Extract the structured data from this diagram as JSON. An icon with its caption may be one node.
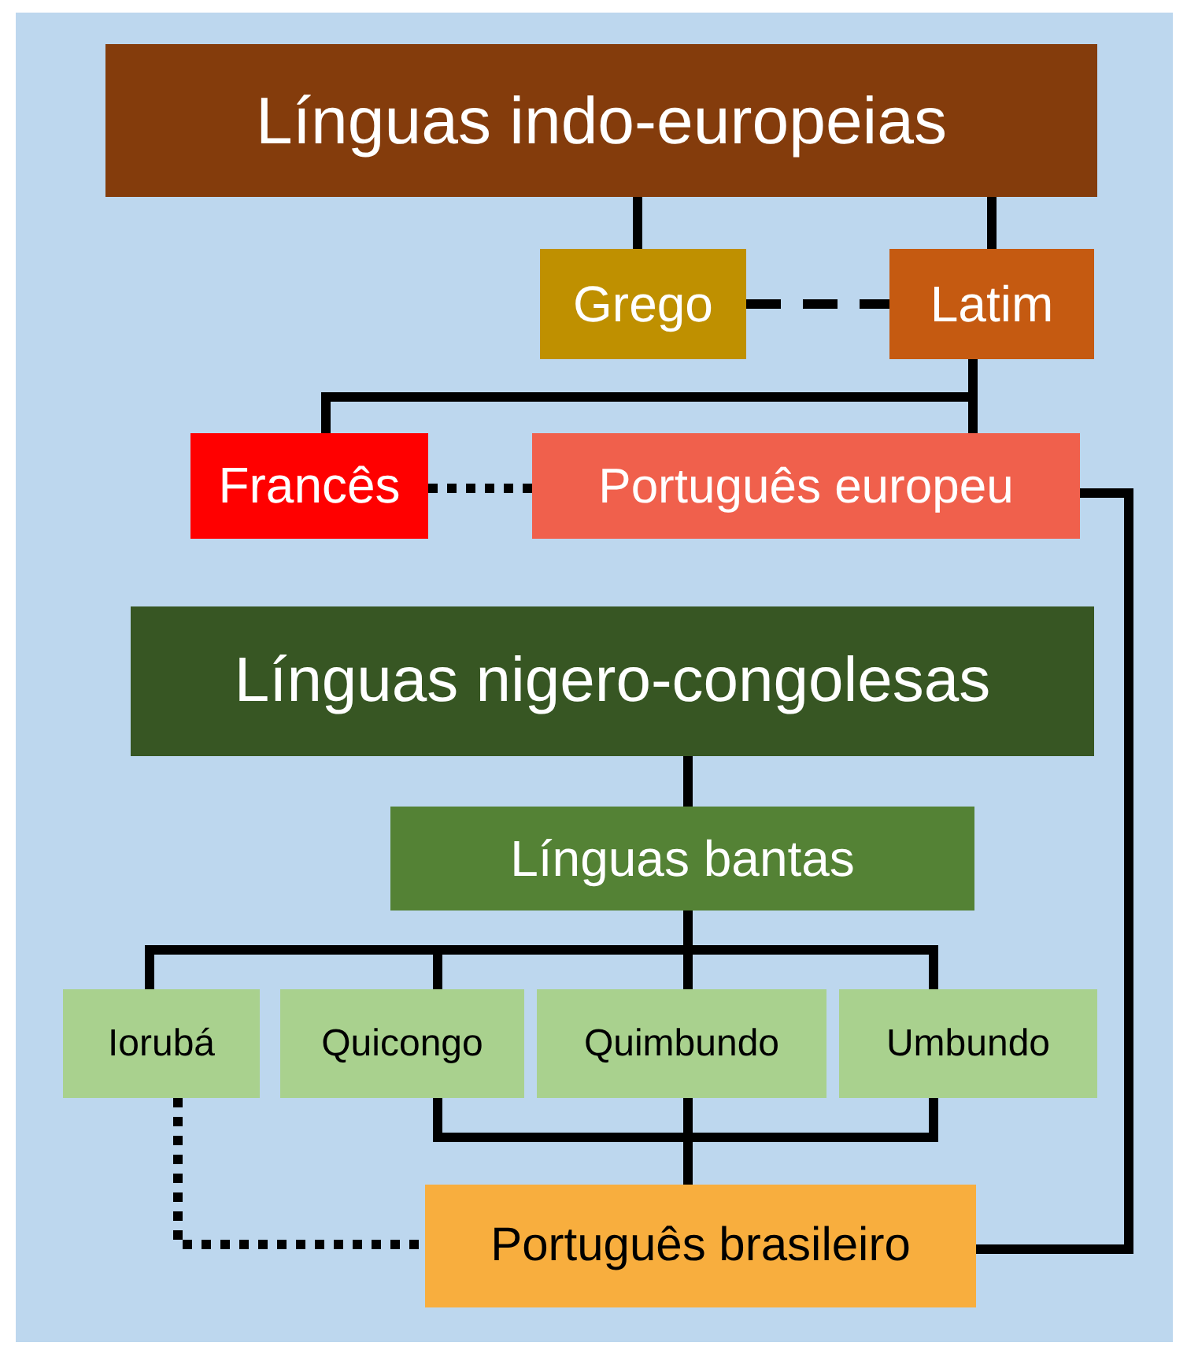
{
  "diagram": {
    "nodes": [
      {
        "text": [
          "Línguas indo-europeias"
        ]
      },
      {
        "text": [
          "Grego"
        ]
      },
      {
        "text": [
          "Latim"
        ]
      },
      {
        "text": [
          "Francês"
        ]
      },
      {
        "text": [
          "Português europeu"
        ]
      },
      {
        "text": [
          "Línguas nigero-congolesas"
        ]
      },
      {
        "text": [
          "Línguas bantas"
        ]
      },
      {
        "text": [
          "Iorubá"
        ]
      },
      {
        "text": [
          "Quicongo"
        ]
      },
      {
        "text": [
          "Quimbundo"
        ]
      },
      {
        "text": [
          "Umbundo"
        ]
      },
      {
        "text": [
          "Português brasileiro"
        ]
      }
    ],
    "edges": [
      {
        "from": 0,
        "to": 1,
        "arrow": "none"
      },
      {
        "from": 0,
        "to": 2,
        "arrow": "none"
      },
      {
        "from": 1,
        "to": 2,
        "arrow": "none",
        "style": "dashed"
      },
      {
        "from": 2,
        "to": 3,
        "arrow": "none"
      },
      {
        "from": 2,
        "to": 4,
        "arrow": "none"
      },
      {
        "from": 3,
        "to": 4,
        "arrow": "none",
        "style": "dashed"
      },
      {
        "from": 4,
        "to": 11,
        "arrow": "none"
      },
      {
        "from": 5,
        "to": 6,
        "arrow": "none"
      },
      {
        "from": 6,
        "to": 7,
        "arrow": "none"
      },
      {
        "from": 6,
        "to": 8,
        "arrow": "none"
      },
      {
        "from": 6,
        "to": 9,
        "arrow": "none"
      },
      {
        "from": 6,
        "to": 10,
        "arrow": "none"
      },
      {
        "from": 8,
        "to": 11,
        "arrow": "none"
      },
      {
        "from": 9,
        "to": 11,
        "arrow": "none"
      },
      {
        "from": 10,
        "to": 11,
        "arrow": "none"
      },
      {
        "from": 7,
        "to": 11,
        "arrow": "none",
        "style": "dashed"
      }
    ]
  }
}
